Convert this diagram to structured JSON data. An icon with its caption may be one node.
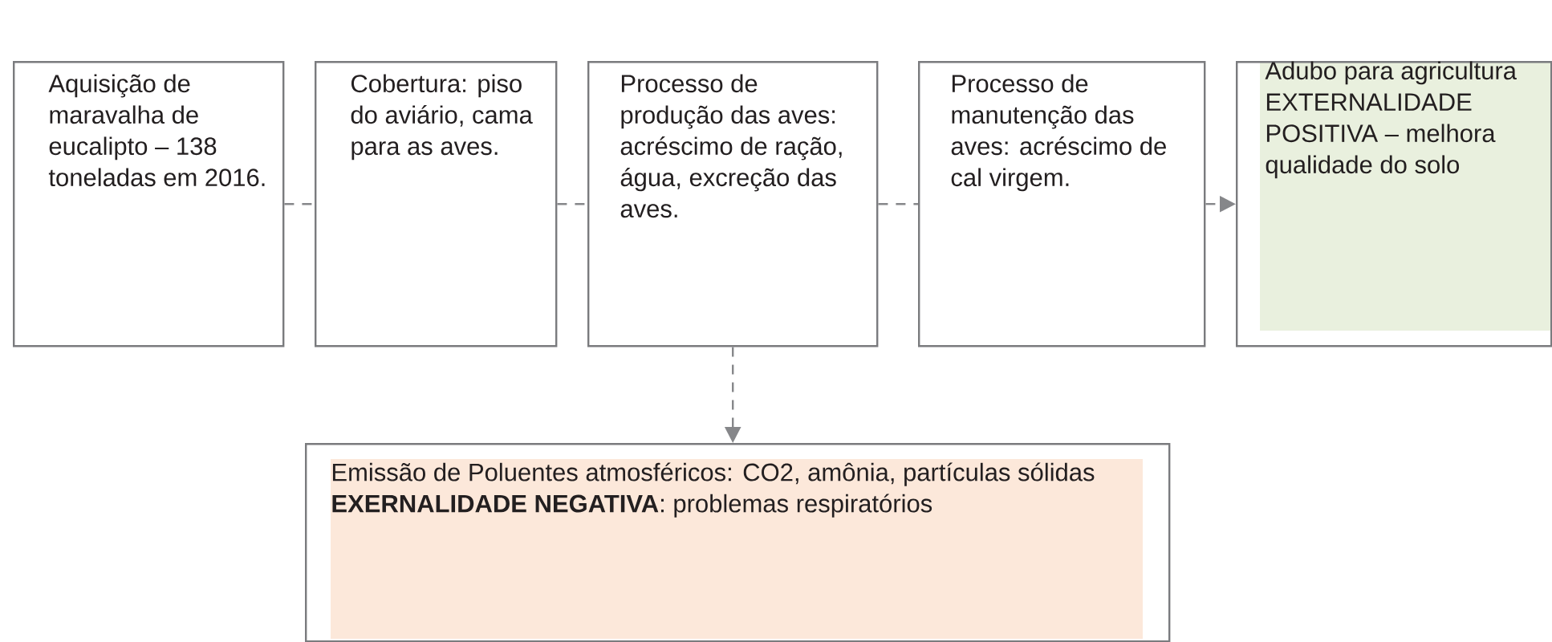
{
  "diagram": {
    "nodes": [
      {
        "text": [
          "Aquisição de maravalha de eucalipto – 138 toneladas em 2016."
        ]
      },
      {
        "text": [
          "Cobertura: piso do aviário, cama para as aves."
        ]
      },
      {
        "text": [
          "Processo de produção das aves: acréscimo de ração, água, excreção das aves."
        ]
      },
      {
        "text": [
          "Processo de manutenção das aves: acréscimo de cal virgem."
        ]
      },
      {
        "text": [
          "Adubo para agricultura EXTERNALIDADE POSITIVA – melhora qualidade do solo"
        ]
      },
      {
        "text": [
          "Emissão de Poluentes atmosféricos: CO2, amônia, partículas sólidas",
          "**EXERNALIDADE NEGATIVA**: problemas respiratórios"
        ]
      }
    ],
    "edges": [
      {
        "from": 0,
        "to": 1,
        "arrow": "none",
        "style": "dashed"
      },
      {
        "from": 1,
        "to": 2,
        "arrow": "none",
        "style": "dashed"
      },
      {
        "from": 2,
        "to": 3,
        "arrow": "none",
        "style": "dashed"
      },
      {
        "from": 3,
        "to": 4,
        "arrow": "to",
        "style": "dashed"
      },
      {
        "from": 2,
        "to": 5,
        "arrow": "to",
        "style": "dashed"
      }
    ]
  }
}
